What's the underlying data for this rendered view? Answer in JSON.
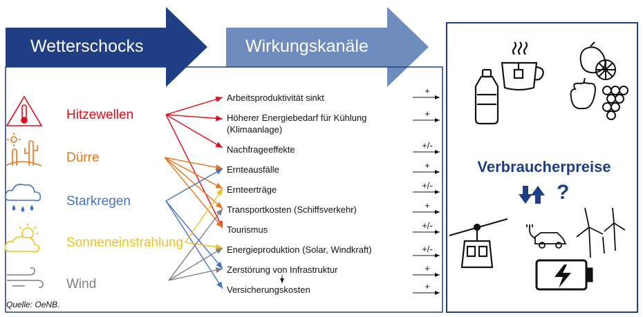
{
  "banners": {
    "shocks": "Wetterschocks",
    "channels": "Wirkungskanäle"
  },
  "weather": [
    {
      "label": "Hitzewellen",
      "color": "#e00b17",
      "icon": "thermometer-icon"
    },
    {
      "label": "Dürre",
      "color": "#e9751c",
      "icon": "cactus-sun-icon"
    },
    {
      "label": "Starkregen",
      "color": "#4472c4",
      "icon": "rain-cloud-icon"
    },
    {
      "label": "Sonneneinstrahlung",
      "color": "#f2c01e",
      "icon": "sun-cloud-icon"
    },
    {
      "label": "Wind",
      "color": "#7f7f7f",
      "icon": "wind-icon"
    }
  ],
  "channels": [
    {
      "label": "Arbeitsproduktivität sinkt",
      "sign": "+"
    },
    {
      "label": "Höherer Energiebedarf für Kühlung",
      "label2": "(Klimaanlage)",
      "sign": "+"
    },
    {
      "label": "Nachfrageeffekte",
      "sign": "+/-"
    },
    {
      "label": "Ernteausfälle",
      "sign": "+"
    },
    {
      "label": "Ernteerträge",
      "sign": "+/-"
    },
    {
      "label": "Transportkosten (Schiffsverkehr)",
      "sign": "+"
    },
    {
      "label": "Tourismus",
      "sign": "+/-"
    },
    {
      "label": "Energieproduktion (Solar, Windkraft)",
      "sign": "+/-"
    },
    {
      "label": "Zerstörung von Infrastruktur",
      "sign": "+"
    },
    {
      "label": "Versicherungskosten",
      "sign": "+"
    }
  ],
  "prices": {
    "title": "Verbraucherpreise",
    "question_mark": "?",
    "icons": [
      "bottle-icon",
      "tea-cup-icon",
      "fruit-icon",
      "cable-car-icon",
      "electric-car-icon",
      "wind-turbine-icon",
      "battery-icon"
    ]
  },
  "source": "Quelle: OeNB."
}
